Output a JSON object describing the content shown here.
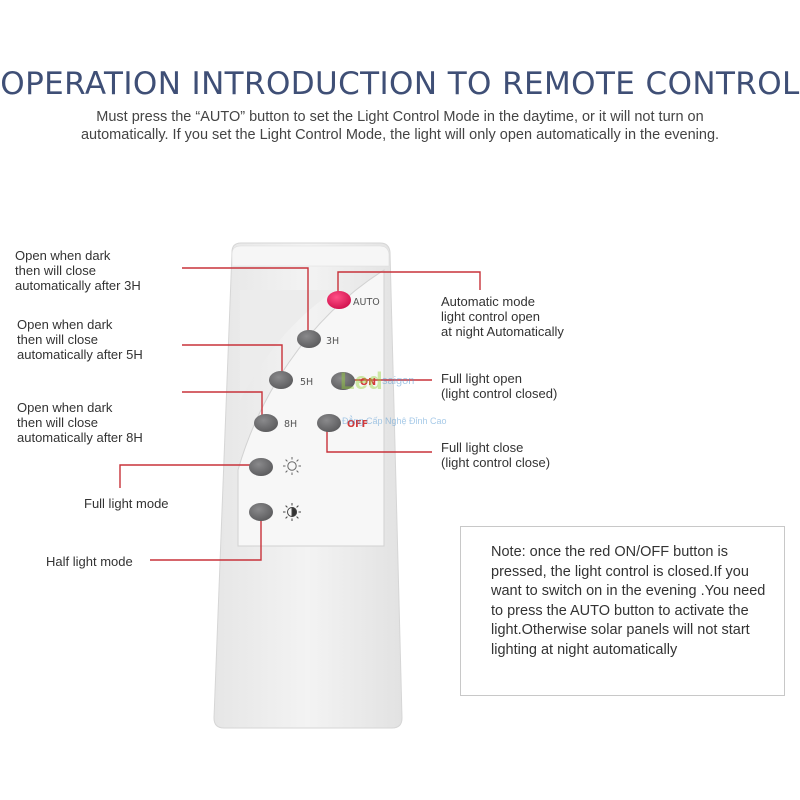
{
  "header": {
    "title": "OPERATION INTRODUCTION TO REMOTE CONTROL",
    "subtitle": "Must press the “AUTO” button to set the Light Control Mode in the daytime, or it will not turn on automatically. If you set the Light Control Mode, the light will only open automatically in the evening."
  },
  "remote": {
    "buttons": {
      "auto": "AUTO",
      "h3": "3H",
      "h5": "5H",
      "h8": "8H",
      "on": "ON",
      "off": "OFF"
    },
    "icons": {
      "full_light": "sun-icon",
      "half_light": "half-sun-icon"
    },
    "colors": {
      "auto_button": "#e8185a",
      "gray_button": "#6e6e70",
      "callout_line": "#c8323a",
      "remote_body": "#eeeeee"
    }
  },
  "labels": {
    "open_3h": [
      "Open when dark",
      "then will close",
      "automatically after 3H"
    ],
    "open_5h": [
      "Open when dark",
      "then will close",
      "automatically after 5H"
    ],
    "open_8h": [
      "Open when dark",
      "then will close",
      "automatically after 8H"
    ],
    "full_light_mode": "Full light mode",
    "half_light_mode": "Half light mode",
    "auto_mode": [
      "Automatic mode",
      "light control  open",
      "at night Automatically"
    ],
    "full_open": [
      "Full light open",
      "(light control closed)"
    ],
    "full_close": [
      "Full light close",
      "(light control close)"
    ]
  },
  "watermark": {
    "brand_a": "Led",
    "brand_b": "saigon",
    "tagline": "Đẳng Cấp Nghệ Đỉnh Cao"
  },
  "note": {
    "text": "Note: once the red ON/OFF button is pressed, the light control is closed.If you want to switch on in the evening .You need to press the AUTO button to activate the light.Otherwise solar panels will not start lighting at night automatically"
  }
}
